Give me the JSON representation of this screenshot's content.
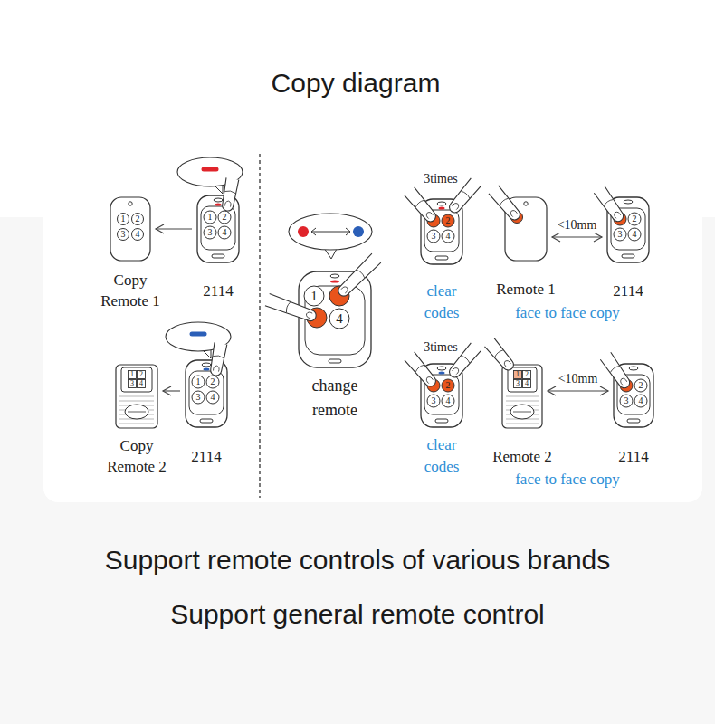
{
  "diagram": {
    "title": "Copy diagram",
    "nodes": [
      {
        "text": [
          "1",
          "2",
          "3",
          "4",
          "Copy Remote 1"
        ]
      },
      {
        "text": [
          "1",
          "2",
          "3",
          "4",
          "2114"
        ]
      },
      {
        "text": [
          "1",
          "2",
          "3",
          "4",
          "Copy Remote 2"
        ]
      },
      {
        "text": [
          "1",
          "2",
          "3",
          "4",
          "2114"
        ]
      },
      {
        "text": [
          "1",
          "4",
          "change remote"
        ]
      },
      {
        "text": [
          "2",
          "3",
          "4",
          "clear codes"
        ]
      },
      {
        "text": [
          "Remote 1"
        ]
      },
      {
        "text": [
          "2",
          "3",
          "4",
          "2114"
        ]
      },
      {
        "text": [
          "2",
          "3",
          "4",
          "clear codes"
        ]
      },
      {
        "text": [
          "1",
          "2",
          "3",
          "4",
          "Remote 2"
        ]
      },
      {
        "text": [
          "2",
          "3",
          "4",
          "2114"
        ]
      }
    ],
    "edges": [
      {
        "from": 1,
        "to": 0,
        "arrow": "to"
      },
      {
        "from": 3,
        "to": 2,
        "arrow": "to"
      },
      {
        "from": 6,
        "to": 7,
        "label": "<10mm",
        "arrow": "both"
      },
      {
        "from": 9,
        "to": 10,
        "label": "<10mm",
        "arrow": "both"
      }
    ],
    "labels": [
      "3times",
      "face to face copy",
      "3times",
      "face to face copy",
      "Support remote controls of various brands",
      "Support general remote control"
    ]
  }
}
